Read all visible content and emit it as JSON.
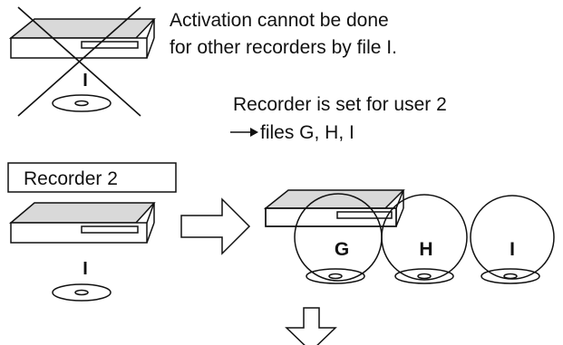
{
  "texts": {
    "activation_line1": "Activation cannot be done",
    "activation_line2": "for other recorders by file I.",
    "recorder_set_line1": "Recorder is set for user 2",
    "recorder_set_line2": "files G, H, I",
    "recorder_label": "Recorder 2",
    "disc_label_top": "I",
    "disc_label_left": "I",
    "file_g": "G",
    "file_h": "H",
    "file_i": "I"
  },
  "colors": {
    "stroke": "#111111",
    "device_top": "#d9d9d9",
    "background": "#ffffff"
  },
  "icons": [
    "arrow-right-icon",
    "arrow-down-icon",
    "recorder-icon",
    "disc-icon",
    "cross-icon"
  ]
}
